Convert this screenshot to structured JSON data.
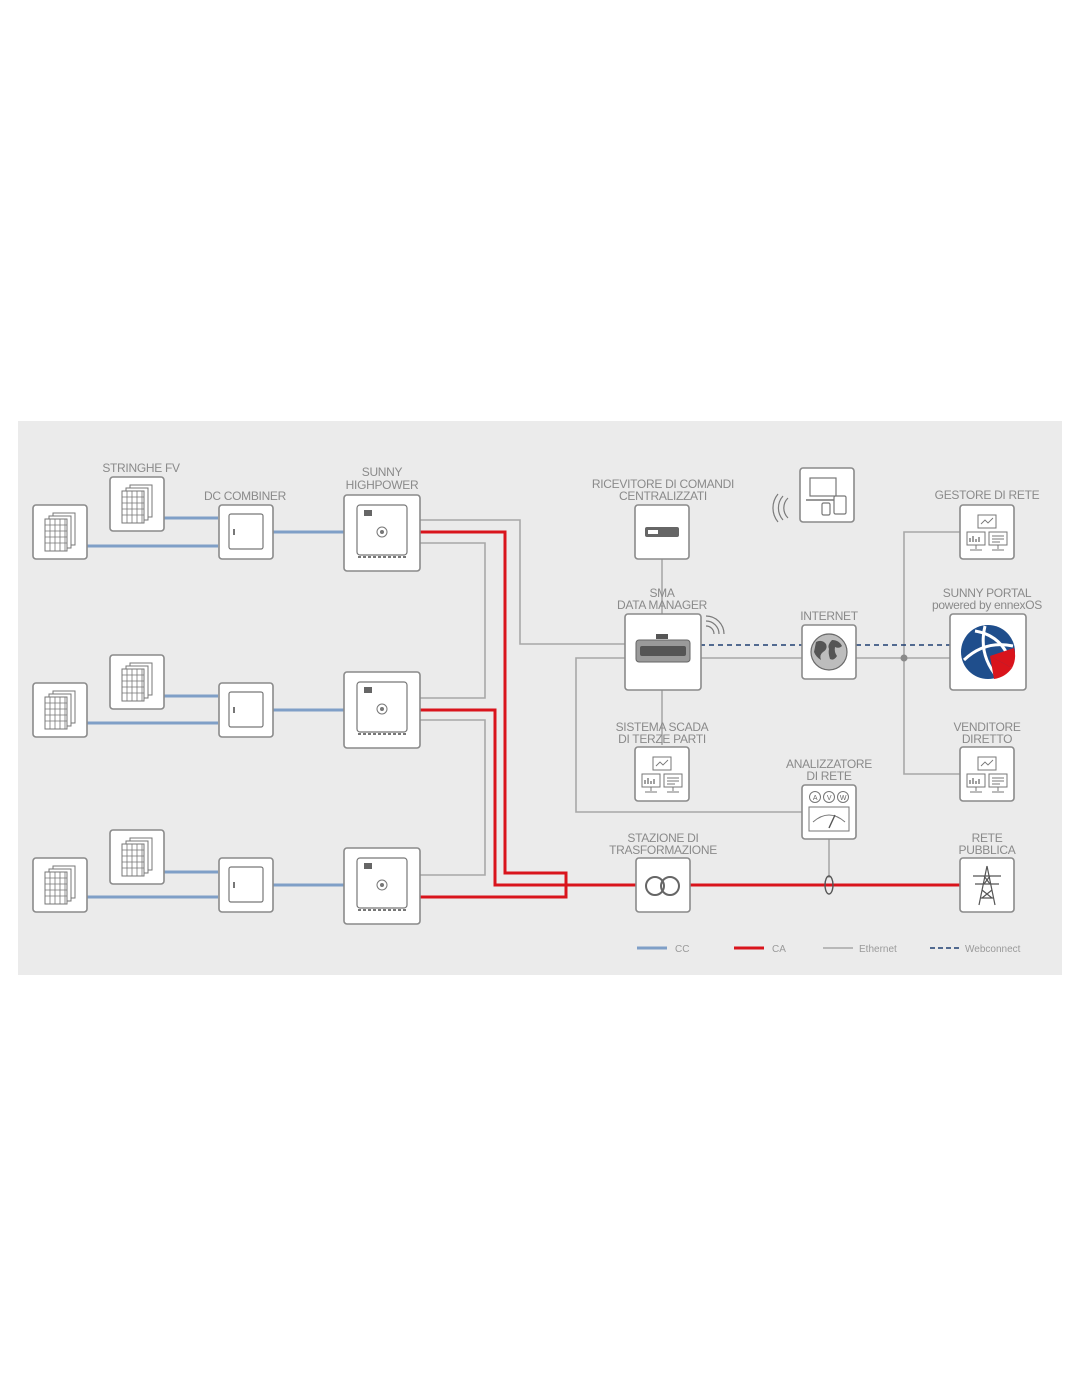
{
  "labels": {
    "stringhe_fv": "STRINGHE FV",
    "dc_combiner": "DC COMBINER",
    "sunny_highpower_1": "SUNNY",
    "sunny_highpower_2": "HIGHPOWER",
    "ricevitore_1": "RICEVITORE DI COMANDI",
    "ricevitore_2": "CENTRALIZZATI",
    "gestore_di_rete": "GESTORE DI RETE",
    "sma_1": "SMA",
    "sma_2": "DATA MANAGER",
    "internet": "INTERNET",
    "sunny_portal_1": "SUNNY PORTAL",
    "sunny_portal_2": "powered by ennexOS",
    "scada_1": "SISTEMA SCADA",
    "scada_2": "DI TERZE PARTI",
    "venditore_1": "VENDITORE",
    "venditore_2": "DIRETTO",
    "analizzatore_1": "ANALIZZATORE",
    "analizzatore_2": "DI RETE",
    "stazione_1": "STAZIONE DI",
    "stazione_2": "TRASFORMAZIONE",
    "rete_1": "RETE",
    "rete_2": "PUBBLICA",
    "meter_a": "A",
    "meter_v": "V",
    "meter_w": "W"
  },
  "legend": [
    {
      "label": "CC",
      "color": "#7f9fc7",
      "style": "solid"
    },
    {
      "label": "CA",
      "color": "#d9141c",
      "style": "solid"
    },
    {
      "label": "Ethernet",
      "color": "#a8a8a8",
      "style": "solid"
    },
    {
      "label": "Webconnect",
      "color": "#1f3f73",
      "style": "dashed"
    }
  ],
  "colors": {
    "background": "#ebebeb",
    "dc": "#7f9fc7",
    "ac": "#d9141c",
    "ethernet": "#a8a8a8",
    "webconnect": "#1f3f73",
    "portal_blue": "#1f4e8c",
    "portal_red": "#d9141c"
  }
}
